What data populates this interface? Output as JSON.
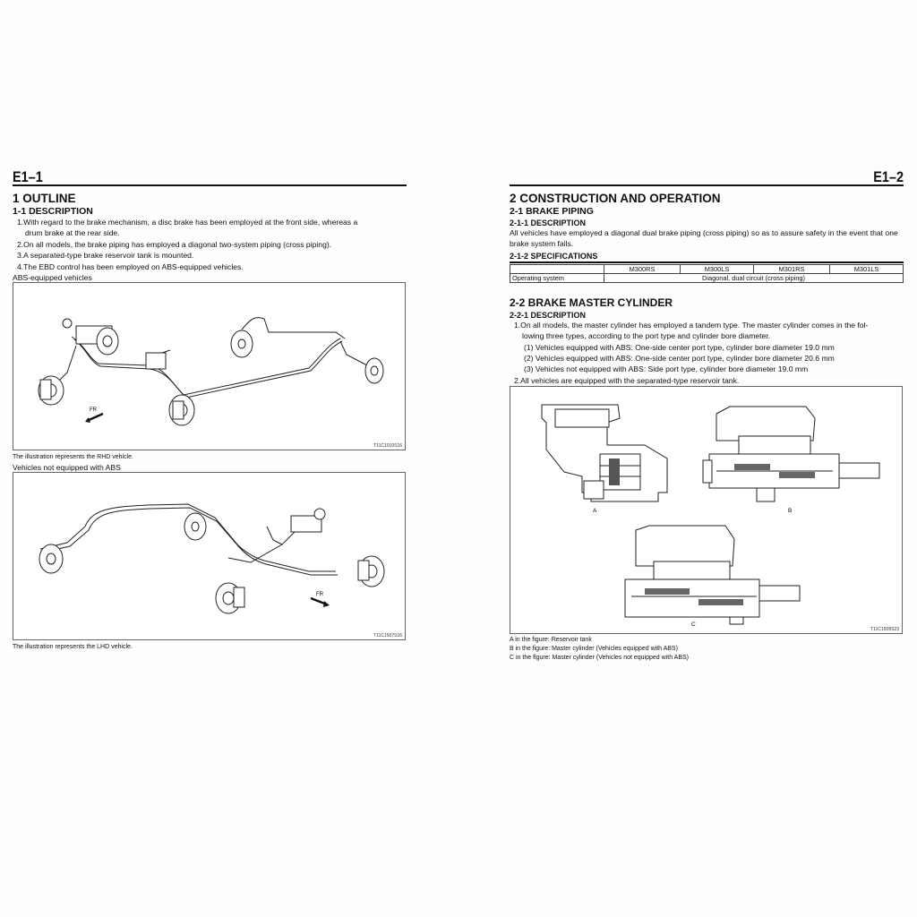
{
  "left_page": {
    "page_number": "E1–1",
    "heading": "1 OUTLINE",
    "subheading": "1-1  DESCRIPTION",
    "items": [
      {
        "text": "1.With regard to the brake mechanism, a disc brake has been employed at the front side, whereas a",
        "cont": "drum brake at the rear side."
      },
      {
        "text": "2.On all models, the brake piping has employed a diagonal two-system piping (cross piping)."
      },
      {
        "text": "3.A separated-type brake reservoir tank is mounted."
      },
      {
        "text": "4.The EBD control has been employed on ABS-equipped vehicles."
      }
    ],
    "fig1": {
      "label": "ABS-equipped vehicles",
      "fr": "FR",
      "id": "T11C1010S16",
      "caption": "The illustration represents the RHD vehicle."
    },
    "fig2": {
      "label": "Vehicles not equipped with ABS",
      "fr": "FR",
      "id": "T11C1507S16",
      "caption": "The illustration represents the LHD vehicle."
    }
  },
  "right_page": {
    "page_number": "E1–2",
    "heading": "2 CONSTRUCTION AND OPERATION",
    "s21": "2-1  BRAKE PIPING",
    "s211": "2-1-1  DESCRIPTION",
    "s211_text": "All vehicles have employed a diagonal dual brake piping (cross piping) so as to assure safety in the event that one brake system fails.",
    "s212": "2-1-2  SPECIFICATIONS",
    "spec_table": {
      "headers": [
        "",
        "M300RS",
        "M300LS",
        "M301RS",
        "M301LS"
      ],
      "row_label": "Operating system",
      "row_value": "Diagonal, dual circuit (cross piping)"
    },
    "s22": "2-2  BRAKE MASTER CYLINDER",
    "s221": "2-2-1  DESCRIPTION",
    "item1": "1.On all models, the master cylinder has employed a tandem type. The master cylinder comes in the fol-",
    "item1_cont": "lowing three types, according to the port type and cylinder bore diameter.",
    "subitems": [
      "(1) Vehicles equipped with ABS: One-side center port type, cylinder bore diameter 19.0 mm",
      "(2) Vehicles equipped with ABS: One-side center port type, cylinder bore diameter 20.6 mm",
      "(3) Vehicles not equipped with ABS: Side port type, cylinder bore diameter 19.0 mm"
    ],
    "item2": "2.All vehicles are equipped with the separated-type reservoir tank.",
    "fig": {
      "a": "A",
      "b": "B",
      "c": "C",
      "id": "T11C1508S23"
    },
    "captions": [
      "A in the figure: Reservoir tank",
      "B in the figure: Master cylinder (Vehicles equipped with ABS)",
      "C in the figure: Master cylinder (Vehicles not equipped with ABS)"
    ]
  }
}
